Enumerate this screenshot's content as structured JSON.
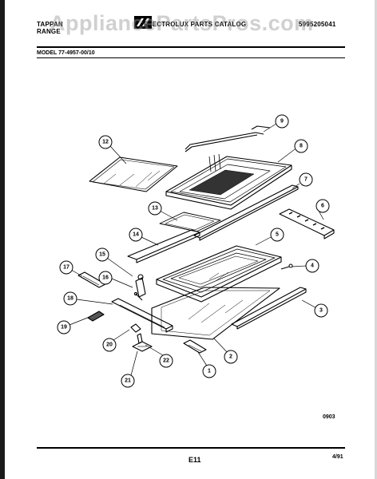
{
  "header": {
    "brand_line1": "TAPPAN",
    "brand_line2": "RANGE",
    "catalog_title": "ELECTROLUX PARTS CATALOG",
    "part_number": "5995205041",
    "watermark": "AppliancePartsPros.com"
  },
  "model_label": "MODEL 77-4957-00/10",
  "callouts": [
    "1",
    "2",
    "3",
    "4",
    "5",
    "6",
    "7",
    "8",
    "9",
    "12",
    "13",
    "14",
    "15",
    "16",
    "17",
    "18",
    "19",
    "20",
    "21",
    "22"
  ],
  "figure_code": "0903",
  "footer": {
    "page_code": "E11",
    "date": "4/91"
  }
}
